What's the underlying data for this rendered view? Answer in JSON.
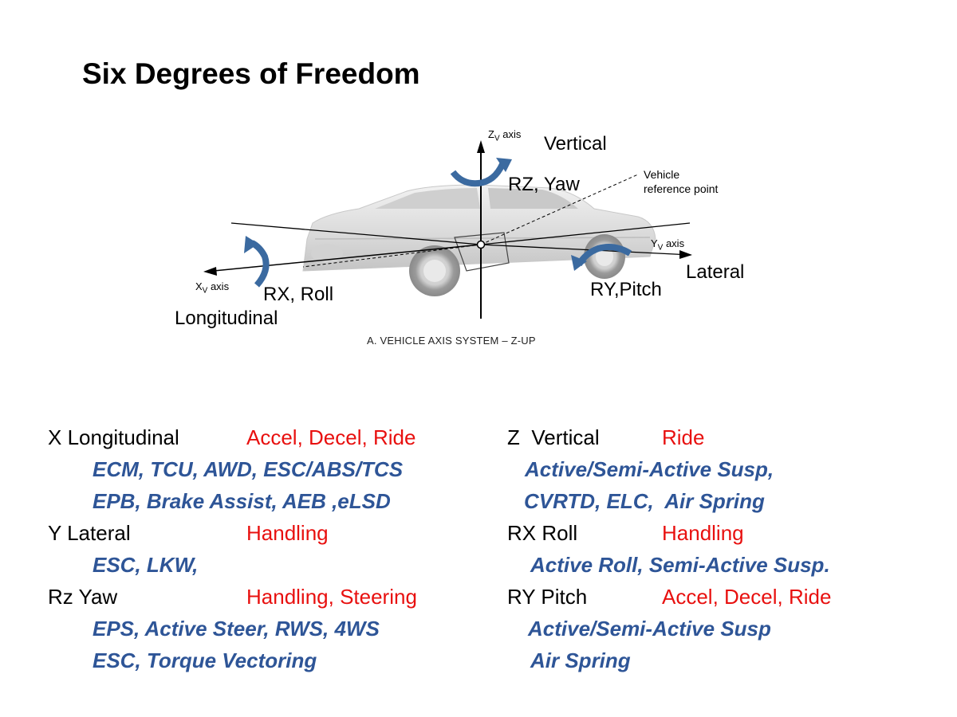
{
  "title": "Six Degrees of Freedom",
  "diagram": {
    "vertical": "Vertical",
    "rz_yaw": "RZ, Yaw",
    "vehicle_ref_1": "Vehicle",
    "vehicle_ref_2": "reference point",
    "lateral": "Lateral",
    "ry_pitch": "RY,Pitch",
    "rx_roll": "RX, Roll",
    "longitudinal": "Longitudinal",
    "zv_axis": "ZV axis",
    "yv_axis": "YV axis",
    "xv_axis": "XV axis",
    "caption": "A. VEHICLE AXIS SYSTEM – Z-UP"
  },
  "left_col": {
    "x_name": "X Longitudinal",
    "x_effect": "Accel, Decel, Ride",
    "x_sys1": "ECM, TCU, AWD, ESC/ABS/TCS",
    "x_sys2": "EPB, Brake Assist, AEB ,eLSD",
    "y_name": "Y Lateral",
    "y_effect": "Handling",
    "y_sys1": "ESC, LKW,",
    "rz_name": "Rz Yaw",
    "rz_effect": "Handling, Steering",
    "rz_sys1": "EPS, Active Steer, RWS, 4WS",
    "rz_sys2": "ESC, Torque Vectoring"
  },
  "right_col": {
    "z_name": "Z  Vertical",
    "z_effect": "Ride",
    "z_sys1": "Active/Semi-Active Susp,",
    "z_sys2": "CVRTD, ELC,  Air Spring",
    "rx_name": "RX Roll",
    "rx_effect": "Handling",
    "rx_sys1": "Active Roll, Semi-Active Susp.",
    "ry_name": "RY Pitch",
    "ry_effect": "Accel, Decel, Ride",
    "ry_sys1": "Active/Semi-Active Susp",
    "ry_sys2": "Air Spring"
  },
  "colors": {
    "effect": "#e8100f",
    "system": "#2e5597",
    "arrow": "#3b6aa0"
  }
}
